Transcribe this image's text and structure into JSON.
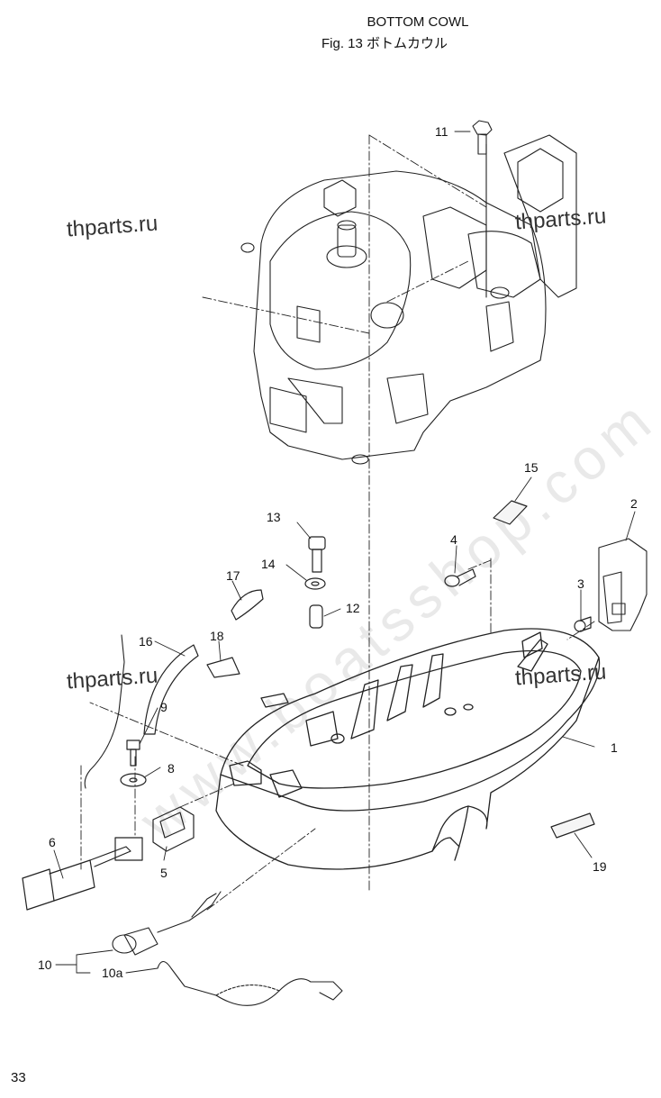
{
  "header": {
    "title": "BOTTOM COWL",
    "subtitle": "Fig. 13 ボトムカウル"
  },
  "watermarks": {
    "site": "thparts.ru",
    "diagonal": "www.boatsshop.com"
  },
  "callouts": {
    "p1": "1",
    "p2": "2",
    "p3": "3",
    "p4": "4",
    "p5": "5",
    "p6": "6",
    "p8": "8",
    "p9": "9",
    "p10": "10",
    "p10a": "10a",
    "p11": "11",
    "p12": "12",
    "p13": "13",
    "p14": "14",
    "p15": "15",
    "p16": "16",
    "p17": "17",
    "p18": "18",
    "p19": "19"
  },
  "page_number": "33"
}
